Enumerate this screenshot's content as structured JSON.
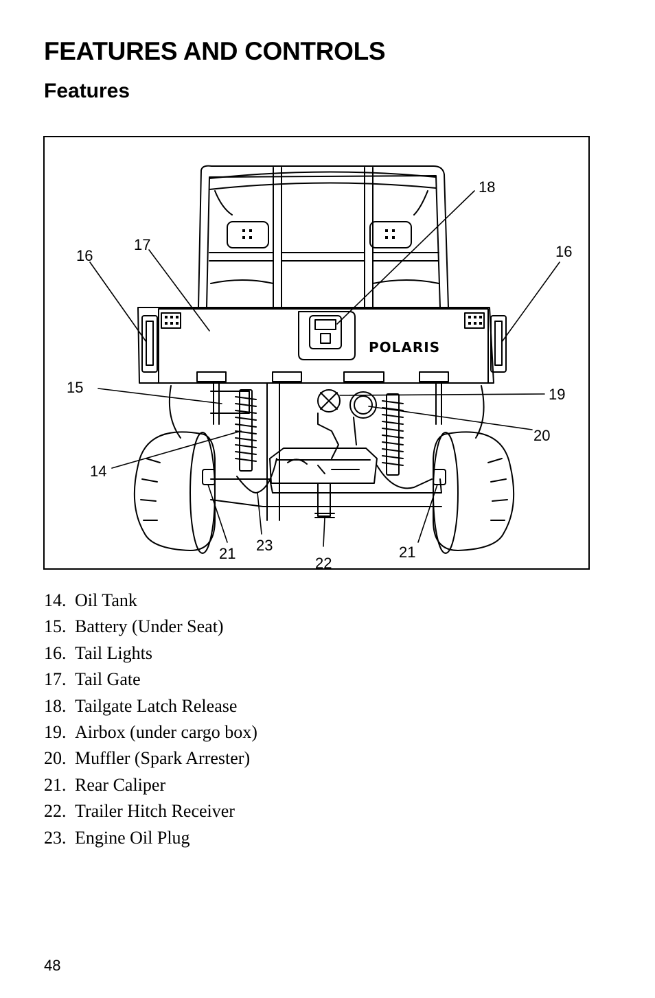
{
  "page": {
    "title": "FEATURES AND CONTROLS",
    "section_title": "Features",
    "page_number": "48"
  },
  "figure": {
    "brand_text": "POLARIS",
    "callouts": [
      {
        "id": "c18",
        "text": "18"
      },
      {
        "id": "c17",
        "text": "17"
      },
      {
        "id": "c16l",
        "text": "16"
      },
      {
        "id": "c16r",
        "text": "16"
      },
      {
        "id": "c15",
        "text": "15"
      },
      {
        "id": "c19",
        "text": "19"
      },
      {
        "id": "c20",
        "text": "20"
      },
      {
        "id": "c14",
        "text": "14"
      },
      {
        "id": "c21l",
        "text": "21"
      },
      {
        "id": "c23",
        "text": "23"
      },
      {
        "id": "c22",
        "text": "22"
      },
      {
        "id": "c21r",
        "text": "21"
      }
    ]
  },
  "legend": [
    {
      "num": "14.",
      "label": "Oil Tank"
    },
    {
      "num": "15.",
      "label": "Battery (Under Seat)"
    },
    {
      "num": "16.",
      "label": "Tail Lights"
    },
    {
      "num": "17.",
      "label": "Tail Gate"
    },
    {
      "num": "18.",
      "label": "Tailgate Latch Release"
    },
    {
      "num": "19.",
      "label": "Airbox (under cargo box)"
    },
    {
      "num": "20.",
      "label": "Muffler (Spark Arrester)"
    },
    {
      "num": "21.",
      "label": "Rear Caliper"
    },
    {
      "num": "22.",
      "label": "Trailer Hitch Receiver"
    },
    {
      "num": "23.",
      "label": "Engine Oil Plug"
    }
  ]
}
